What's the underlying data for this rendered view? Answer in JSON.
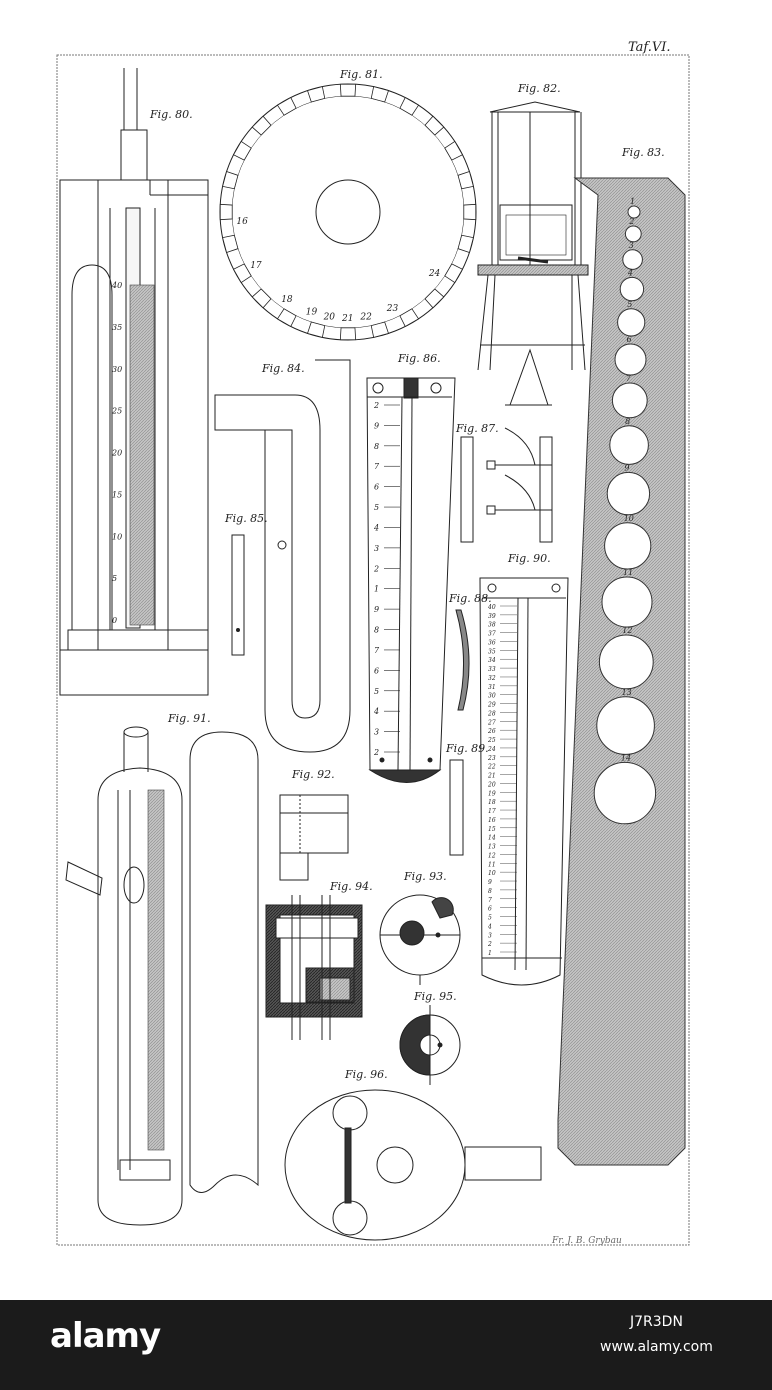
{
  "plate": {
    "number": "Taf.VI.",
    "engraver": "Fr. J. B. Grybau"
  },
  "figures": [
    {
      "id": "fig80",
      "label": "Fig. 80."
    },
    {
      "id": "fig81",
      "label": "Fig. 81."
    },
    {
      "id": "fig82",
      "label": "Fig. 82."
    },
    {
      "id": "fig83",
      "label": "Fig. 83."
    },
    {
      "id": "fig84",
      "label": "Fig. 84."
    },
    {
      "id": "fig85",
      "label": "Fig. 85."
    },
    {
      "id": "fig86",
      "label": "Fig. 86."
    },
    {
      "id": "fig87",
      "label": "Fig. 87."
    },
    {
      "id": "fig88",
      "label": "Fig. 88."
    },
    {
      "id": "fig89",
      "label": "Fig. 89."
    },
    {
      "id": "fig90",
      "label": "Fig. 90."
    },
    {
      "id": "fig91",
      "label": "Fig. 91."
    },
    {
      "id": "fig92",
      "label": "Fig. 92."
    },
    {
      "id": "fig93",
      "label": "Fig. 93."
    },
    {
      "id": "fig94",
      "label": "Fig. 94."
    },
    {
      "id": "fig95",
      "label": "Fig. 95."
    },
    {
      "id": "fig96",
      "label": "Fig. 96."
    }
  ],
  "fig80_scale": [
    "40",
    "35",
    "30",
    "25",
    "20",
    "15",
    "10",
    "5",
    "0"
  ],
  "fig81_numbers": [
    "20",
    "21",
    "22",
    "23",
    "24",
    "19",
    "18",
    "17",
    "16"
  ],
  "fig83_holes": [
    "1",
    "2",
    "3",
    "4",
    "5",
    "6",
    "7",
    "8",
    "9",
    "10",
    "11",
    "12",
    "13",
    "14"
  ],
  "fig86_scale": [
    "2",
    "9",
    "8",
    "7",
    "6",
    "5",
    "4",
    "3",
    "2",
    "1",
    "9",
    "8",
    "7",
    "6",
    "5",
    "4",
    "3",
    "2"
  ],
  "fig90_scale": [
    "40",
    "39",
    "38",
    "37",
    "36",
    "35",
    "34",
    "33",
    "32",
    "31",
    "30",
    "29",
    "28",
    "27",
    "26",
    "25",
    "24",
    "23",
    "22",
    "21",
    "20",
    "19",
    "18",
    "17",
    "16",
    "15",
    "14",
    "13",
    "12",
    "11",
    "10",
    "9",
    "8",
    "7",
    "6",
    "5",
    "4",
    "3",
    "2",
    "1"
  ],
  "watermark": {
    "logo": "alamy",
    "image_id": "J7R3DN",
    "url": "www.alamy.com"
  },
  "colors": {
    "ink": "#222222",
    "shade": "#9a9a9a",
    "dark": "#3a3a3a",
    "banner": "#1b1b1b"
  }
}
